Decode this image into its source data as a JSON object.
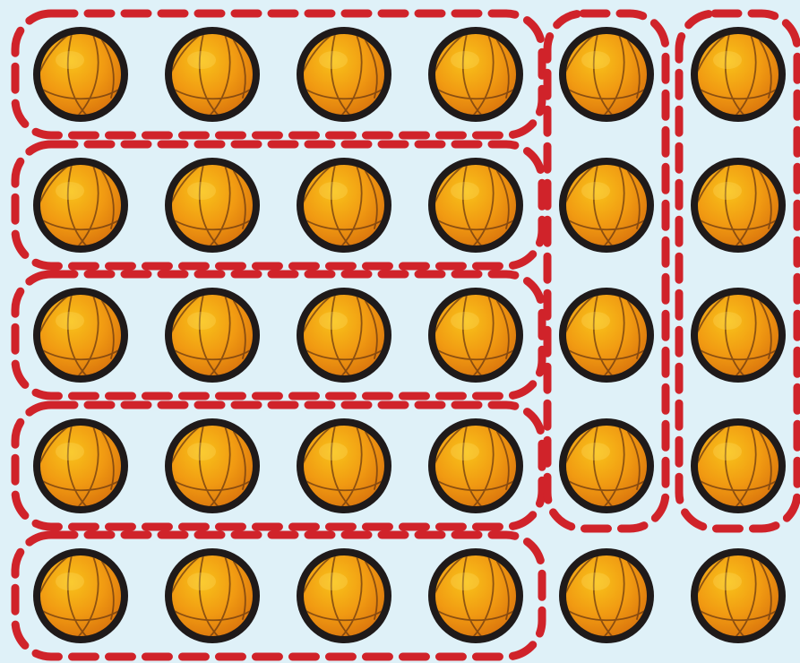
{
  "figure": {
    "background_color": "#dff1f8",
    "item_icon": "basketball-icon",
    "grid": {
      "rows": 5,
      "columns": 6
    },
    "colors": {
      "ball_outer": "#1f1a1a",
      "ball_light": "#f8c21a",
      "ball_mid": "#f19a12",
      "ball_dark": "#d9730c",
      "seam": "#6b3a12",
      "group_outline": "#d0232a"
    },
    "groups": [
      {
        "id": "row-group-1",
        "orientation": "horizontal",
        "size": 4
      },
      {
        "id": "row-group-2",
        "orientation": "horizontal",
        "size": 4
      },
      {
        "id": "row-group-3",
        "orientation": "horizontal",
        "size": 4
      },
      {
        "id": "row-group-4",
        "orientation": "horizontal",
        "size": 4
      },
      {
        "id": "row-group-5",
        "orientation": "horizontal",
        "size": 4
      },
      {
        "id": "column-group-5",
        "orientation": "vertical",
        "size": 4
      },
      {
        "id": "column-group-6",
        "orientation": "vertical",
        "size": 4
      }
    ]
  }
}
